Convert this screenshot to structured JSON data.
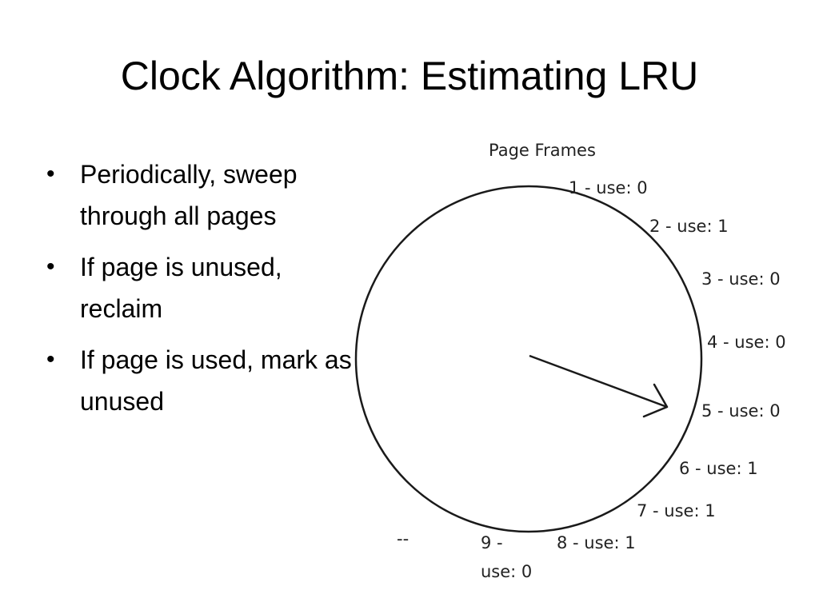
{
  "slide": {
    "title": "Clock Algorithm: Estimating LRU",
    "bullets": [
      "Periodically, sweep through all pages",
      "If page is unused, reclaim",
      "If page is used, mark as unused"
    ]
  },
  "diagram": {
    "header": "Page Frames",
    "frames": [
      "1 - use: 0",
      "2  - use: 1",
      "3  - use: 0",
      "4  - use: 0",
      "5  - use: 0",
      "6  - use: 1",
      "7  - use: 1",
      "8  - use: 1"
    ],
    "frame9_line1": "9  -",
    "frame9_line2": "use: 0",
    "ellipsis": "--",
    "colors": {
      "stroke": "#1a1a1a",
      "label": "#222222"
    }
  }
}
